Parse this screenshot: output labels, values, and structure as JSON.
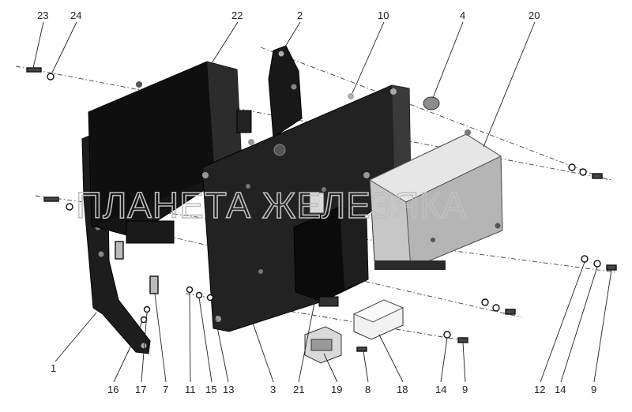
{
  "watermark": "ПЛАНЕТА ЖЕЛЕЗЯКА",
  "callouts": [
    {
      "id": "23",
      "label": "23"
    },
    {
      "id": "24",
      "label": "24"
    },
    {
      "id": "22",
      "label": "22"
    },
    {
      "id": "2",
      "label": "2"
    },
    {
      "id": "10",
      "label": "10"
    },
    {
      "id": "4",
      "label": "4"
    },
    {
      "id": "20",
      "label": "20"
    },
    {
      "id": "1",
      "label": "1"
    },
    {
      "id": "16",
      "label": "16"
    },
    {
      "id": "17",
      "label": "17"
    },
    {
      "id": "7",
      "label": "7"
    },
    {
      "id": "11",
      "label": "11"
    },
    {
      "id": "15",
      "label": "15"
    },
    {
      "id": "13",
      "label": "13"
    },
    {
      "id": "3",
      "label": "3"
    },
    {
      "id": "21",
      "label": "21"
    },
    {
      "id": "19",
      "label": "19"
    },
    {
      "id": "8",
      "label": "8"
    },
    {
      "id": "18",
      "label": "18"
    },
    {
      "id": "14a",
      "label": "14"
    },
    {
      "id": "9a",
      "label": "9"
    },
    {
      "id": "12",
      "label": "12"
    },
    {
      "id": "14b",
      "label": "14"
    },
    {
      "id": "9b",
      "label": "9"
    }
  ]
}
